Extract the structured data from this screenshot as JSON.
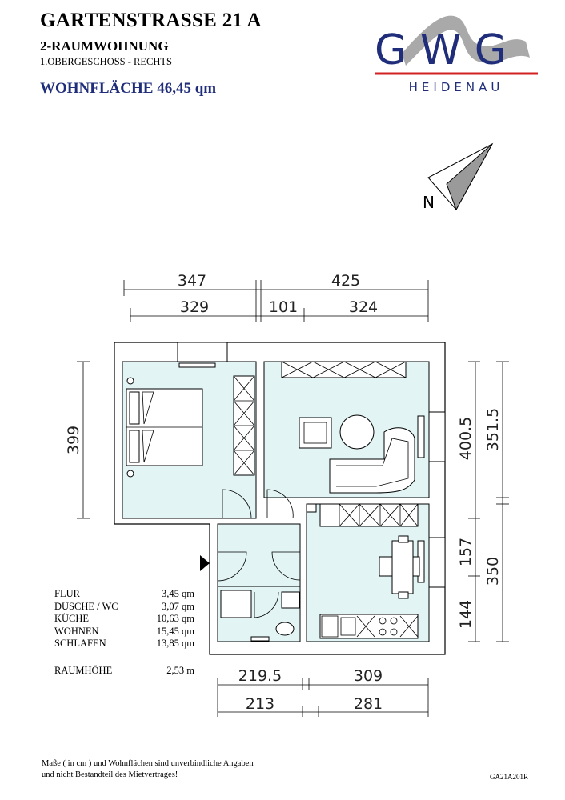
{
  "header": {
    "title": "GARTENSTRASSE 21 A",
    "apartment_type": "2-RAUMWOHNUNG",
    "floor": "1.OBERGESCHOSS - RECHTS",
    "living_area": "WOHNFLÄCHE 46,45 qm"
  },
  "logo": {
    "letters": "G W G",
    "city": "HEIDENAU",
    "colors": {
      "letters": "#1f2d7a",
      "swoosh": "#9a9a9a",
      "rule": "#d32020"
    }
  },
  "north_arrow": {
    "label": "N"
  },
  "dimensions": {
    "top_outer": [
      "347",
      "425"
    ],
    "top_inner": [
      "329",
      "101",
      "324"
    ],
    "left": "399",
    "right_outer": [
      "351.5",
      "350"
    ],
    "right_inner": [
      "400.5",
      "157",
      "144"
    ],
    "bottom_outer": [
      "219.5",
      "309"
    ],
    "bottom_inner": [
      "213",
      "281"
    ]
  },
  "rooms": [
    {
      "name": "FLUR",
      "area": "3,45 qm"
    },
    {
      "name": "DUSCHE / WC",
      "area": "3,07 qm"
    },
    {
      "name": "KÜCHE",
      "area": "10,63 qm"
    },
    {
      "name": "WOHNEN",
      "area": "15,45 qm"
    },
    {
      "name": "SCHLAFEN",
      "area": "13,85 qm"
    }
  ],
  "room_height": {
    "label": "RAUMHÖHE",
    "value": "2,53 m"
  },
  "footnote": {
    "line1": "Maße ( in cm ) und Wohnflächen sind unverbindliche Angaben",
    "line2": "und nicht Bestandteil des Mietvertrages!"
  },
  "plan_code": "GA21A201R"
}
